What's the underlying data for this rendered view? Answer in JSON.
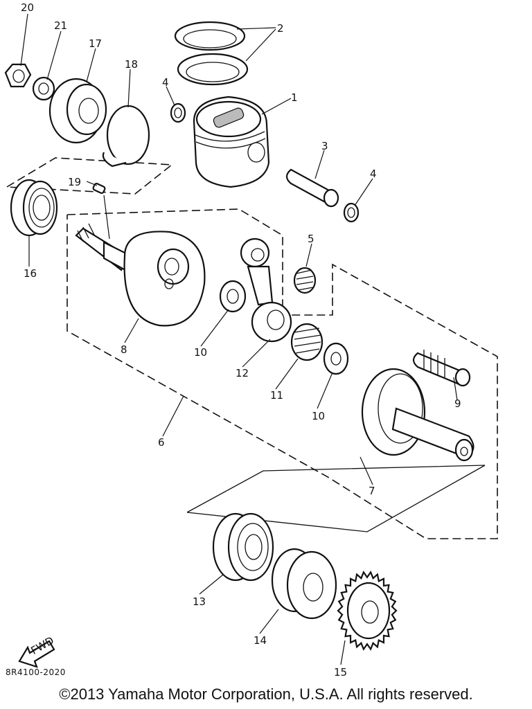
{
  "diagram": {
    "callouts": [
      {
        "id": "20",
        "label": "20"
      },
      {
        "id": "21",
        "label": "21"
      },
      {
        "id": "17",
        "label": "17"
      },
      {
        "id": "18",
        "label": "18"
      },
      {
        "id": "2",
        "label": "2"
      },
      {
        "id": "4a",
        "label": "4"
      },
      {
        "id": "1",
        "label": "1"
      },
      {
        "id": "3",
        "label": "3"
      },
      {
        "id": "4b",
        "label": "4"
      },
      {
        "id": "19",
        "label": "19"
      },
      {
        "id": "16",
        "label": "16"
      },
      {
        "id": "5",
        "label": "5"
      },
      {
        "id": "8",
        "label": "8"
      },
      {
        "id": "10a",
        "label": "10"
      },
      {
        "id": "12",
        "label": "12"
      },
      {
        "id": "11",
        "label": "11"
      },
      {
        "id": "10b",
        "label": "10"
      },
      {
        "id": "9",
        "label": "9"
      },
      {
        "id": "6",
        "label": "6"
      },
      {
        "id": "7",
        "label": "7"
      },
      {
        "id": "13",
        "label": "13"
      },
      {
        "id": "14",
        "label": "14"
      },
      {
        "id": "15",
        "label": "15"
      }
    ],
    "fwd_label": "FWD",
    "drawing_code": "8R4100-2020",
    "copyright": "©2013 Yamaha Motor Corporation, U.S.A. All rights reserved."
  }
}
